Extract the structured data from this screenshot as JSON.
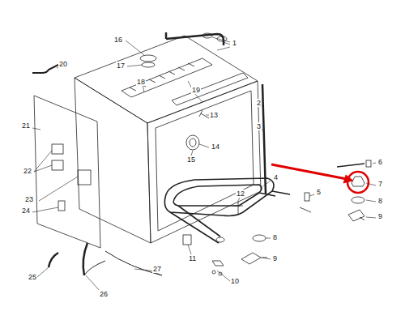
{
  "diagram": {
    "labels": [
      "16",
      "1",
      "17",
      "20",
      "18",
      "19",
      "2",
      "13",
      "3",
      "21",
      "14",
      "15",
      "6",
      "4",
      "22",
      "7",
      "12",
      "5",
      "8",
      "23",
      "24",
      "9",
      "8",
      "11",
      "9",
      "27",
      "25",
      "10",
      "26"
    ]
  }
}
